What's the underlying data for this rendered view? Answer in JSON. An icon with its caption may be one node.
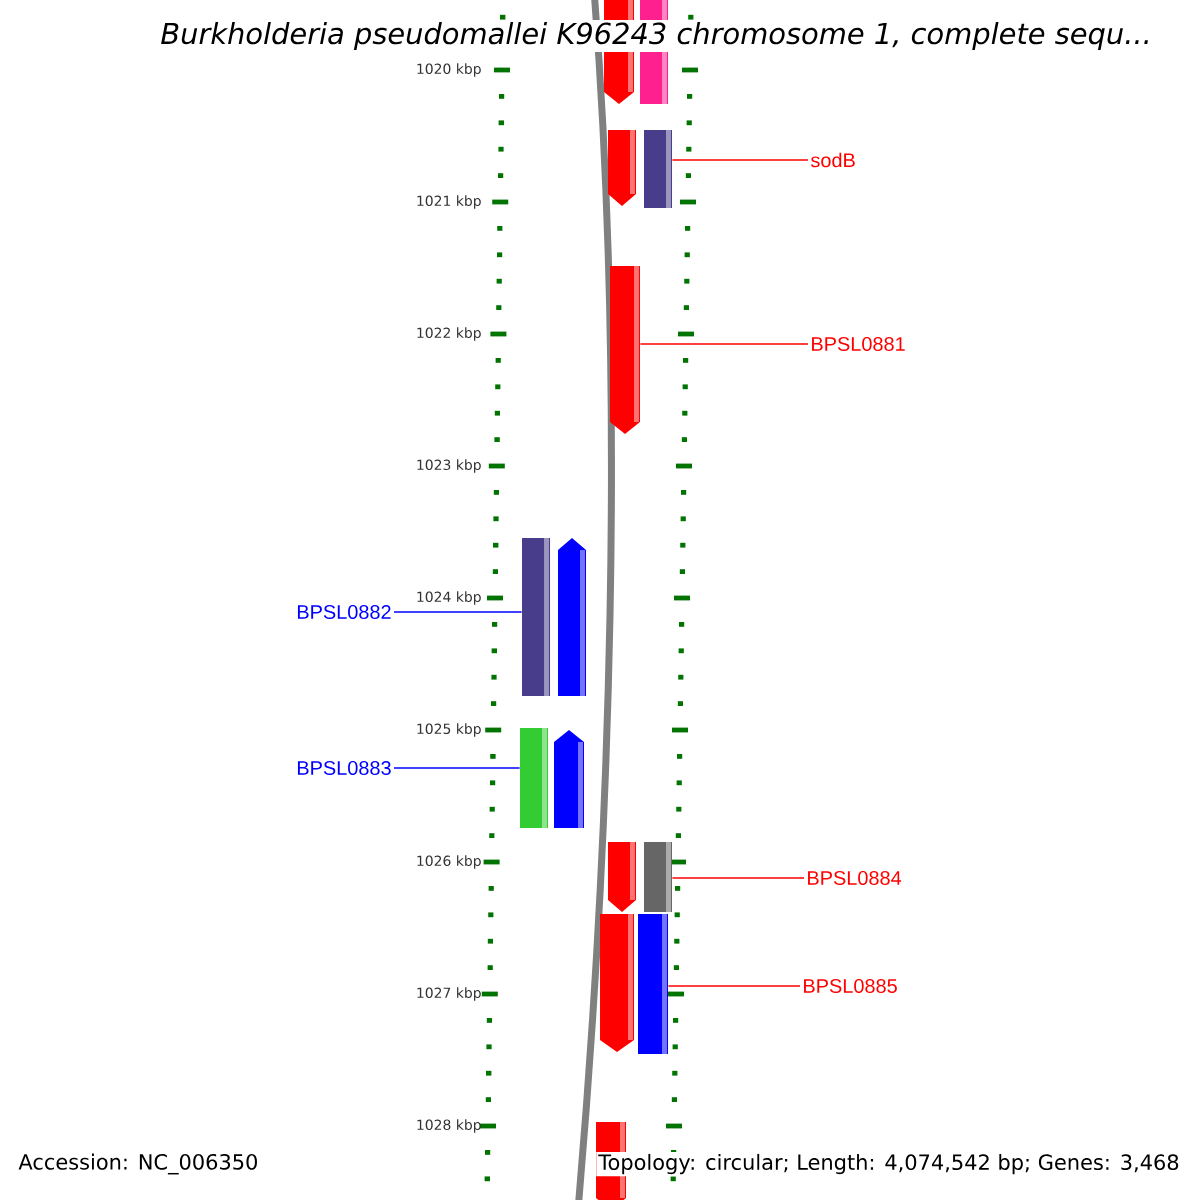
{
  "diagram": {
    "title": "*Burkholderia pseudomallei* K96243 chromosome 1, complete sequ...",
    "nodes": [
      {
        "text": [],
        "shape": "arrow"
      },
      {
        "text": [],
        "shape": "bar"
      },
      {
        "text": [],
        "shape": "arrow"
      },
      {
        "text": [],
        "shape": "bar"
      },
      {
        "text": [],
        "shape": "arrow"
      },
      {
        "text": [],
        "shape": "bar"
      },
      {
        "text": [],
        "shape": "arrow"
      },
      {
        "text": [],
        "shape": "bar"
      },
      {
        "text": [],
        "shape": "arrow"
      },
      {
        "text": [],
        "shape": "arrow"
      },
      {
        "text": [],
        "shape": "bar"
      },
      {
        "text": [],
        "shape": "arrow"
      },
      {
        "text": [],
        "shape": "bar"
      },
      {
        "text": [],
        "shape": "arrow"
      },
      {
        "text": [
          "sodB"
        ]
      },
      {
        "text": [
          "BPSL0881"
        ]
      },
      {
        "text": [
          "BPSL0882"
        ]
      },
      {
        "text": [
          "BPSL0883"
        ]
      },
      {
        "text": [
          "BPSL0884"
        ]
      },
      {
        "text": [
          "BPSL0885"
        ]
      }
    ],
    "edges": [
      {
        "from": 14,
        "to": 3,
        "arrow": "none"
      },
      {
        "from": 15,
        "to": 4,
        "arrow": "none"
      },
      {
        "from": 16,
        "to": 5,
        "arrow": "none",
        "color": "#0000ff"
      },
      {
        "from": 17,
        "to": 7,
        "arrow": "none",
        "color": "#0000ff"
      },
      {
        "from": 18,
        "to": 10,
        "arrow": "none"
      },
      {
        "from": 19,
        "to": 12,
        "arrow": "none"
      }
    ],
    "labels": [
      "1020 kbp",
      "1021 kbp",
      "1022 kbp",
      "1023 kbp",
      "1024 kbp",
      "1025 kbp",
      "1026 kbp",
      "1027 kbp",
      "1028 kbp",
      "Accession: NC_006350",
      "Topology: circular; Length: 4,074,542 bp; Genes: 3,468"
    ]
  }
}
